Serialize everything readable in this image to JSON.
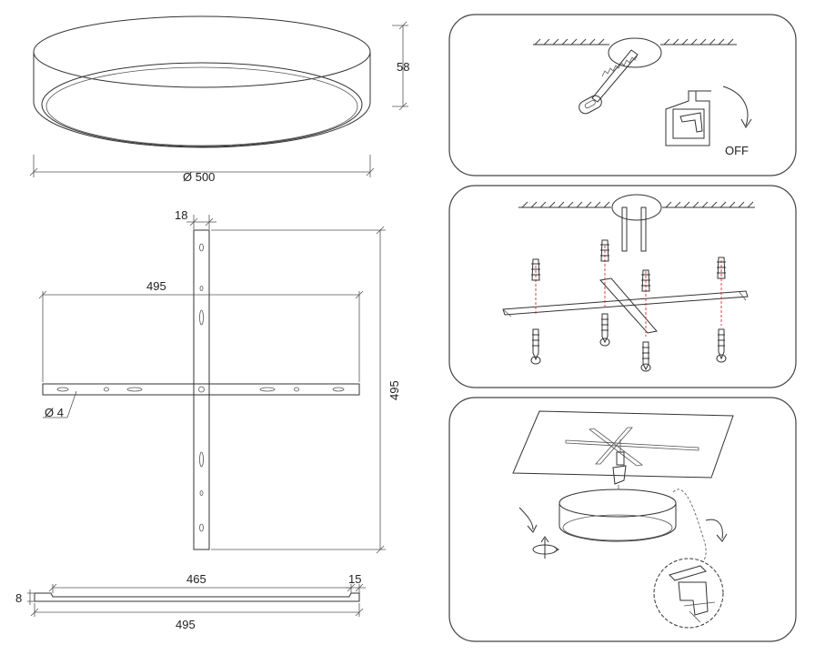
{
  "dimensions": {
    "height": "58",
    "diameter": "Ø 500",
    "bracket_width": "18",
    "bracket_length_top": "495",
    "bracket_length_side": "495",
    "hole_diameter": "Ø 4",
    "side_inner_length": "465",
    "side_tab_length": "15",
    "side_thickness": "8",
    "side_total_length": "495"
  },
  "steps": {
    "power_off_label": "OFF"
  }
}
